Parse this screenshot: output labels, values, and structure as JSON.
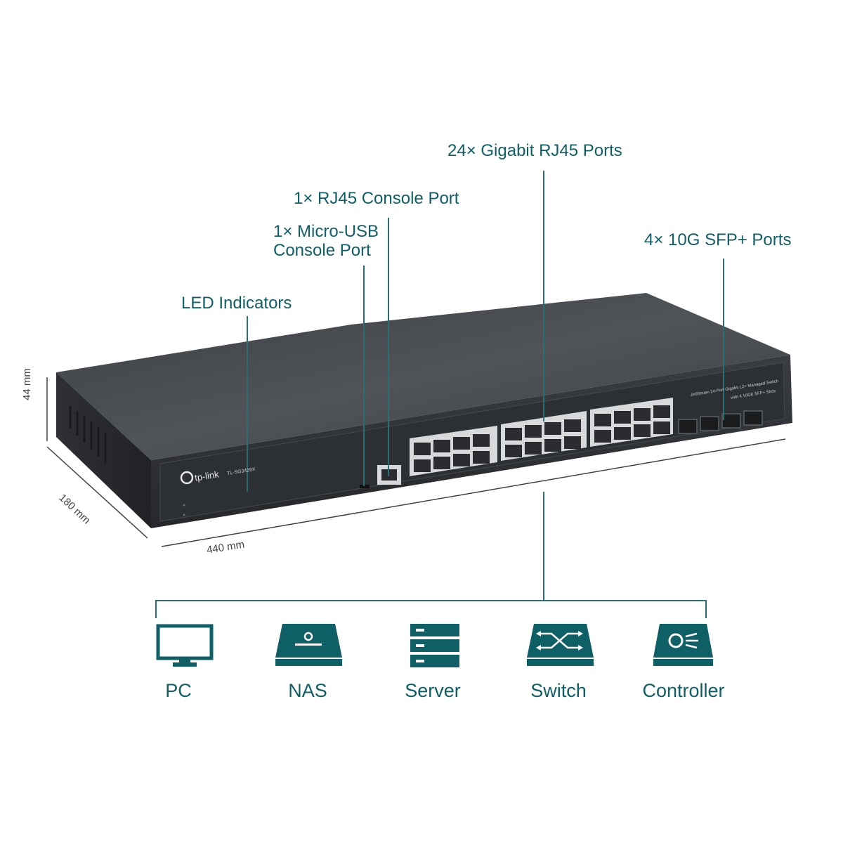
{
  "callouts": {
    "gigabit_ports": "24× Gigabit RJ45 Ports",
    "rj45_console": "1× RJ45 Console Port",
    "usb_console_line1": "1× Micro-USB",
    "usb_console_line2": "Console Port",
    "sfp_ports": "4× 10G SFP+ Ports",
    "led_indicators": "LED Indicators"
  },
  "dimensions": {
    "height": "44 mm",
    "depth": "180 mm",
    "width": "440 mm"
  },
  "switch": {
    "brand": "tp-link",
    "model": "TL-SG3428X",
    "description_line1": "JetStream 24-Port Gigabit L2+ Managed Switch",
    "description_line2": "with 4 10GE SFP+ Slots"
  },
  "devices": [
    {
      "label": "PC",
      "icon": "monitor-icon"
    },
    {
      "label": "NAS",
      "icon": "nas-icon"
    },
    {
      "label": "Server",
      "icon": "server-icon"
    },
    {
      "label": "Switch",
      "icon": "switch-icon"
    },
    {
      "label": "Controller",
      "icon": "controller-icon"
    }
  ],
  "colors": {
    "accent": "#0f5f67",
    "chassis": "#2f3236",
    "line": "#2a6e74"
  }
}
